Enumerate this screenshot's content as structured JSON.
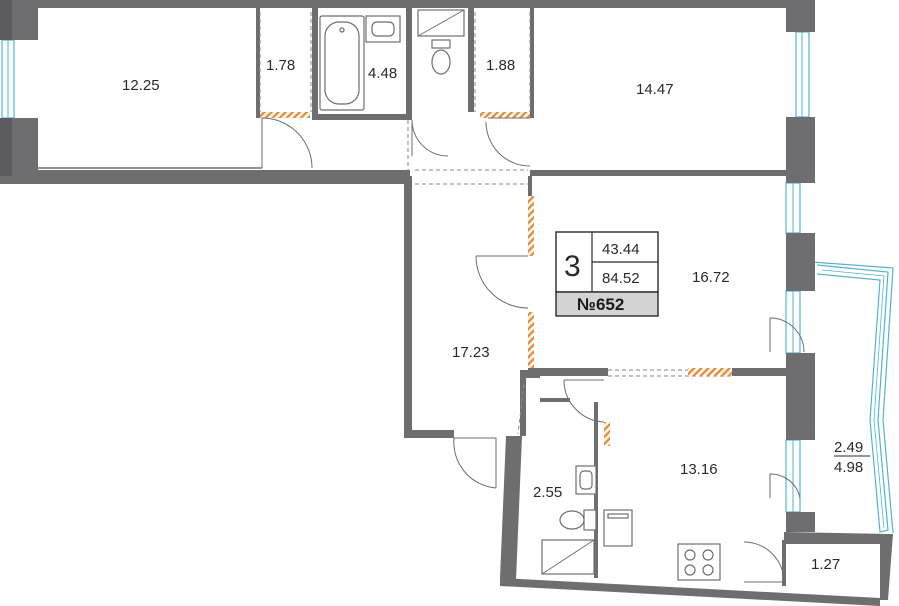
{
  "apartment": {
    "rooms_count": "3",
    "living_area": "43.44",
    "total_area": "84.52",
    "number": "№652"
  },
  "rooms": [
    {
      "id": "room-1",
      "area": "12.25"
    },
    {
      "id": "room-2",
      "area": "1.78"
    },
    {
      "id": "room-3",
      "area": "4.48"
    },
    {
      "id": "room-4",
      "area": "1.88"
    },
    {
      "id": "room-5",
      "area": "14.47"
    },
    {
      "id": "room-6",
      "area": "16.72"
    },
    {
      "id": "room-7",
      "area": "17.23"
    },
    {
      "id": "room-8",
      "area": "13.16"
    },
    {
      "id": "room-9",
      "area": "2.55"
    },
    {
      "id": "room-10",
      "area": "1.27"
    }
  ],
  "balcony": {
    "area_top": "2.49",
    "area_bottom": "4.98"
  },
  "colors": {
    "wall": "#6e6e70",
    "window": "#4fb3d9",
    "hatch": "#f08a2c",
    "badge": "#d3d3d5"
  }
}
